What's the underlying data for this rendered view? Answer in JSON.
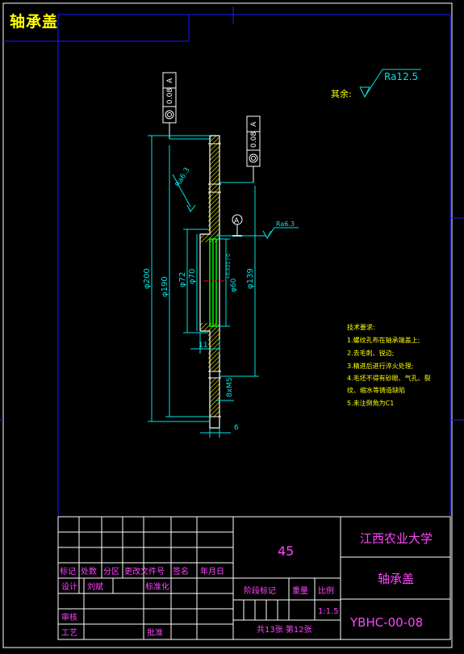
{
  "drawing_title": "轴承盖",
  "roughness": {
    "general_label": "其余:",
    "general_value": "Ra12.5",
    "face_left": "Ra6.3",
    "face_right": "Ra6.3"
  },
  "tolerance_frames": [
    {
      "value": "0.08",
      "datum": "A"
    },
    {
      "value": "0.08",
      "datum": "A"
    }
  ],
  "datum_label": "A",
  "dimensions": {
    "d200": "φ200",
    "d190": "φ190",
    "d72": "φ72",
    "d70": "φ70",
    "d60": "φ60",
    "d60_tol": "+0.021 / 0",
    "d139": "φ139",
    "w11": "11",
    "w6": "6",
    "holes": "8xM5"
  },
  "tech_req": {
    "heading": "技术要求:",
    "items": [
      "1.螺纹孔布在轴承端盖上;",
      "2.去毛刺、锐边;",
      "3.精进后进行淬火处理;",
      "4.毛坯不得有砂眼、气孔、裂",
      "纹、缩水等铸造缺陷",
      "5.未注倒角为C1"
    ]
  },
  "title_block": {
    "material": "45",
    "school": "江西农业大学",
    "part_name": "轴承盖",
    "drawing_no": "YBHC-00-08",
    "scale": "1:1.5",
    "sheets": "共13张 第12张",
    "h_mark": "标记",
    "h_count": "处数",
    "h_zone": "分区",
    "h_docno": "更改文件号",
    "h_sign": "签名",
    "h_date": "年月日",
    "design_label": "设计",
    "designer": "刘斌",
    "std_label": "标准化",
    "stage_label": "阶段标记",
    "weight_label": "重量",
    "scale_label": "比例",
    "review_label": "审核",
    "process_label": "工艺",
    "approve_label": "批准"
  },
  "colors": {
    "background": "#000000",
    "border": "#1a1aff",
    "outline": "#ffffff",
    "dimension": "#00e5e5",
    "text": "#ff44ff",
    "bore": "#00ff00",
    "hatch": "#ffff00",
    "center": "#ff0000"
  }
}
